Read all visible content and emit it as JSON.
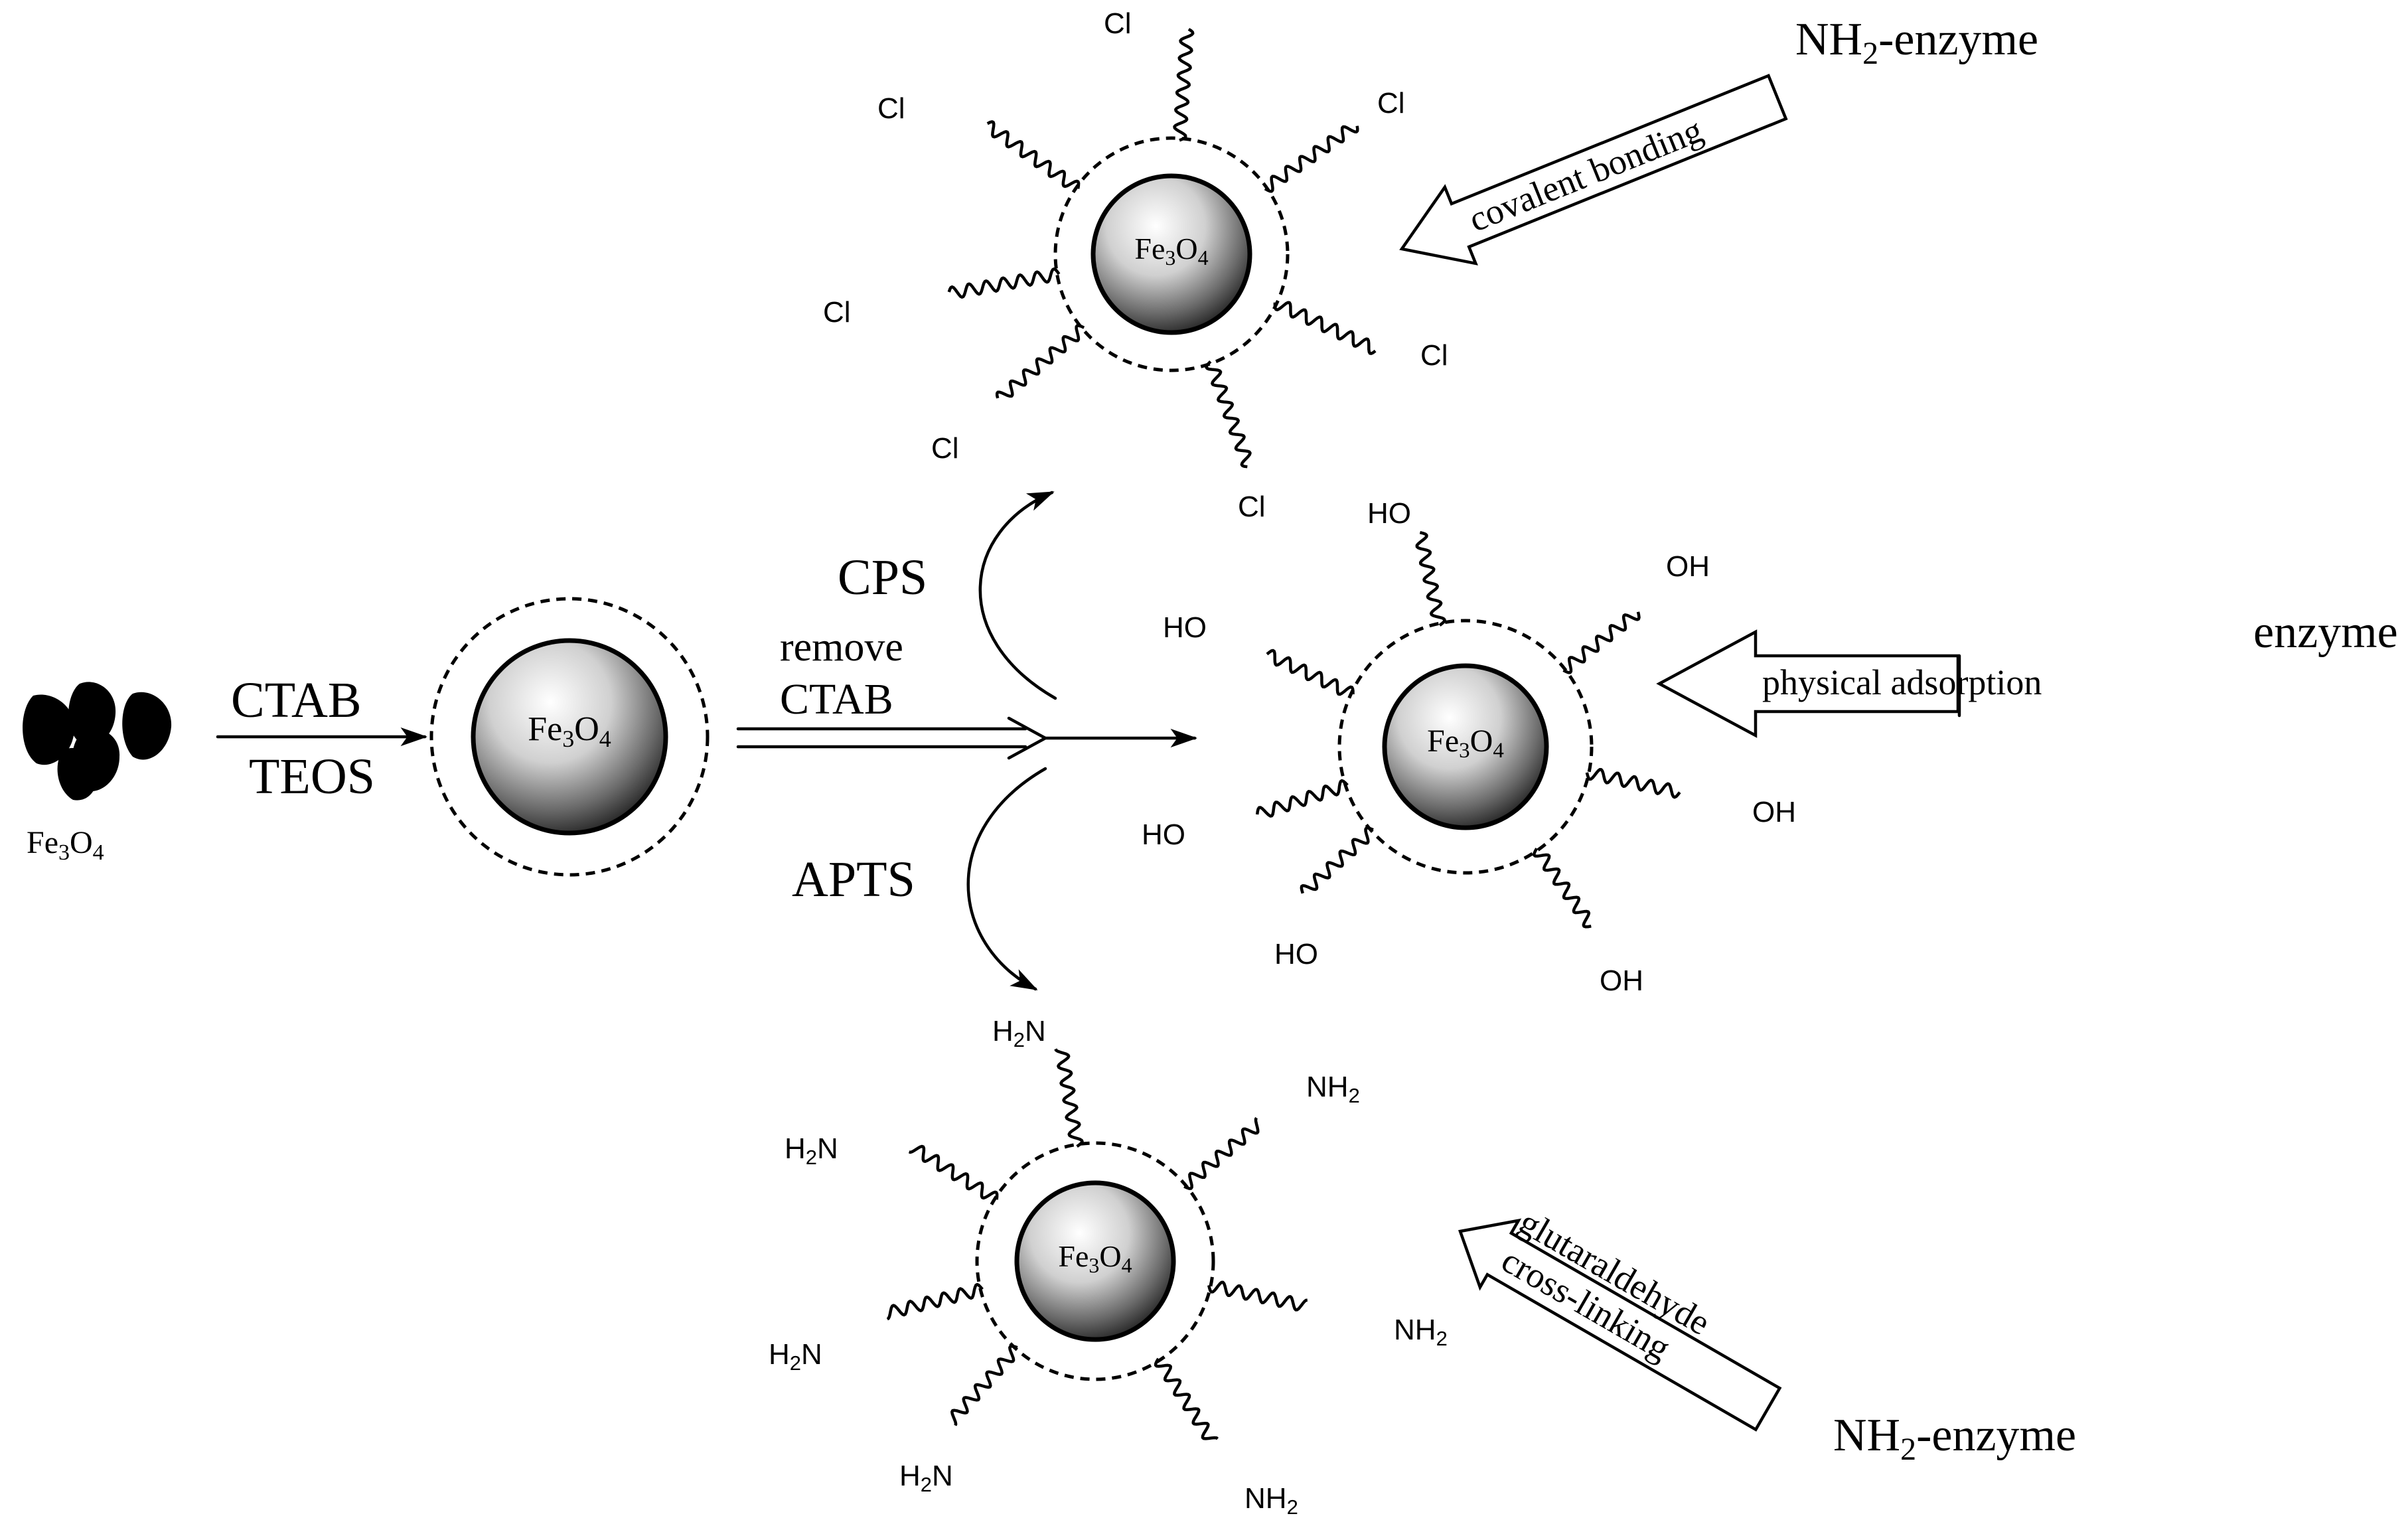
{
  "colors": {
    "ink": "#000000",
    "background": "#ffffff",
    "core_highlight": "#ffffff",
    "core_shadow": "#2a2a2a"
  },
  "labels": {
    "fe3o4": "Fe",
    "sub3": "3",
    "o": "O",
    "sub4": "4",
    "ctab": "CTAB",
    "teos": "TEOS",
    "remove": "remove",
    "ctab2": "CTAB",
    "cps": "CPS",
    "apts": "APTS",
    "cl": "Cl",
    "oh": "OH",
    "ho": "HO",
    "nh": "NH",
    "sub2": "2",
    "hn_h": "H",
    "hn_n": "N",
    "nh2_enzyme_pre": "NH",
    "nh2_enzyme_post": "-enzyme",
    "enzyme": "enzyme",
    "covalent_bonding": "covalent bonding",
    "physical_adsorption": "physical adsorption",
    "glutaraldehyde": "glutaraldehyde",
    "cross_linking": "cross-linking"
  },
  "icons": {
    "raw_cluster": "fe3o4-cluster-icon",
    "particle": "magnetic-nanoparticle-icon",
    "hollow_arrow": "hollow-arrow-icon"
  }
}
